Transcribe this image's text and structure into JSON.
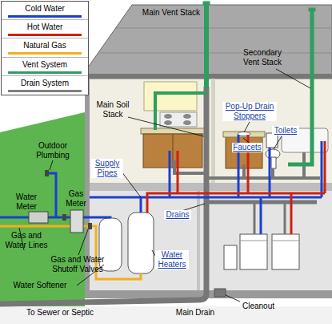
{
  "diagram": {
    "labels": [
      "Main Vent Stack",
      "Secondary Vent Stack",
      "Main Soil Stack",
      "Pop-Up Drain Stoppers",
      "Toilets",
      "Faucets",
      "Supply Pipes",
      "Drains",
      "Water Heaters",
      "Outdoor Plumbing",
      "Water Meter",
      "Gas Meter",
      "Gas and Water Lines",
      "Gas and Water Shutoff Valves",
      "Water Softener",
      "To Sewer or Septic",
      "Main Drain",
      "Cleanout"
    ],
    "legend": [
      {
        "text": "Cold Water",
        "color": "#1a3fd0"
      },
      {
        "text": "Hot Water",
        "color": "#d02010"
      },
      {
        "text": "Natural Gas",
        "color": "#f0b020"
      },
      {
        "text": "Vent System",
        "color": "#2e9e5e"
      },
      {
        "text": "Drain System",
        "color": "#808080"
      }
    ]
  }
}
